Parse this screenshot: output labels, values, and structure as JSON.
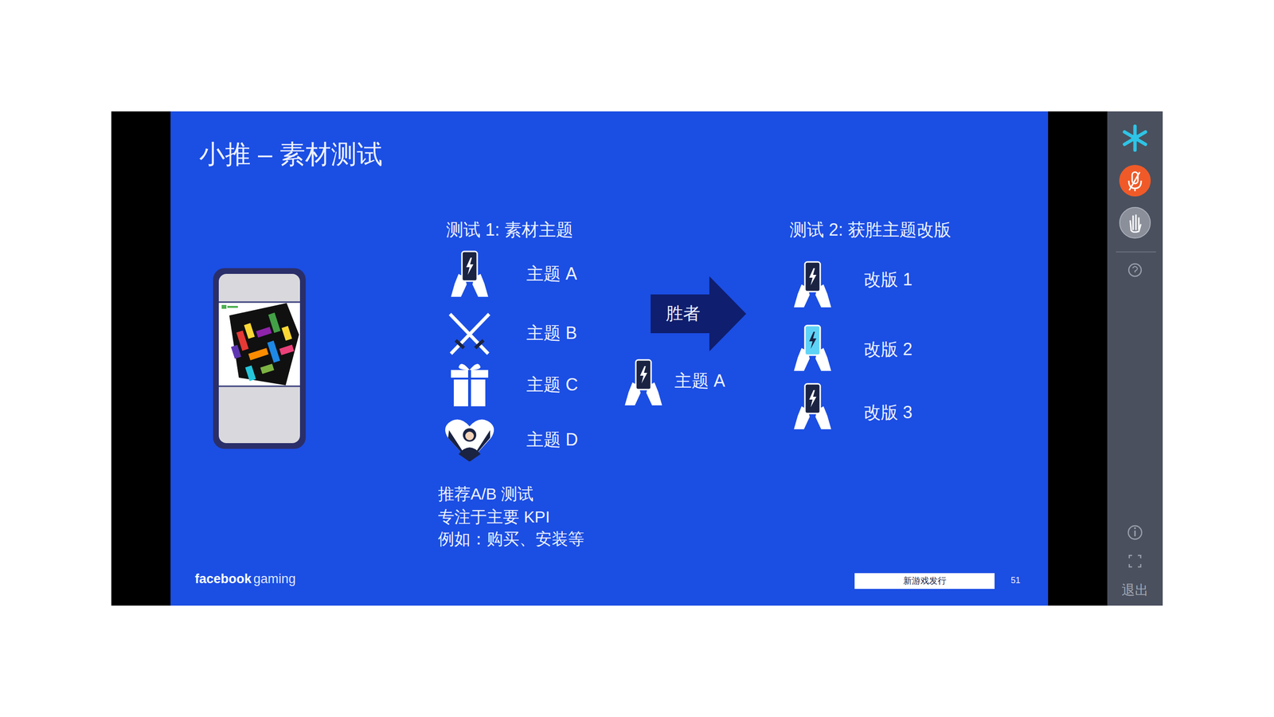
{
  "diagram": {
    "title": "小推 – 素材测试",
    "nodes": [
      {
        "text": [
          "胜者"
        ]
      },
      {
        "text": [
          "新游戏发行"
        ]
      }
    ],
    "labels": [
      "测试 1: 素材主题",
      "主题 A",
      "主题 B",
      "主题 C",
      "主题 D",
      "推荐A/B 测试",
      "专注于主要 KPI",
      "例如：购买、安装等",
      "主题 A",
      "测试 2: 获胜主题改版",
      "改版 1",
      "改版 2",
      "改版 3",
      "facebook",
      "gaming",
      "51",
      "退出"
    ]
  }
}
